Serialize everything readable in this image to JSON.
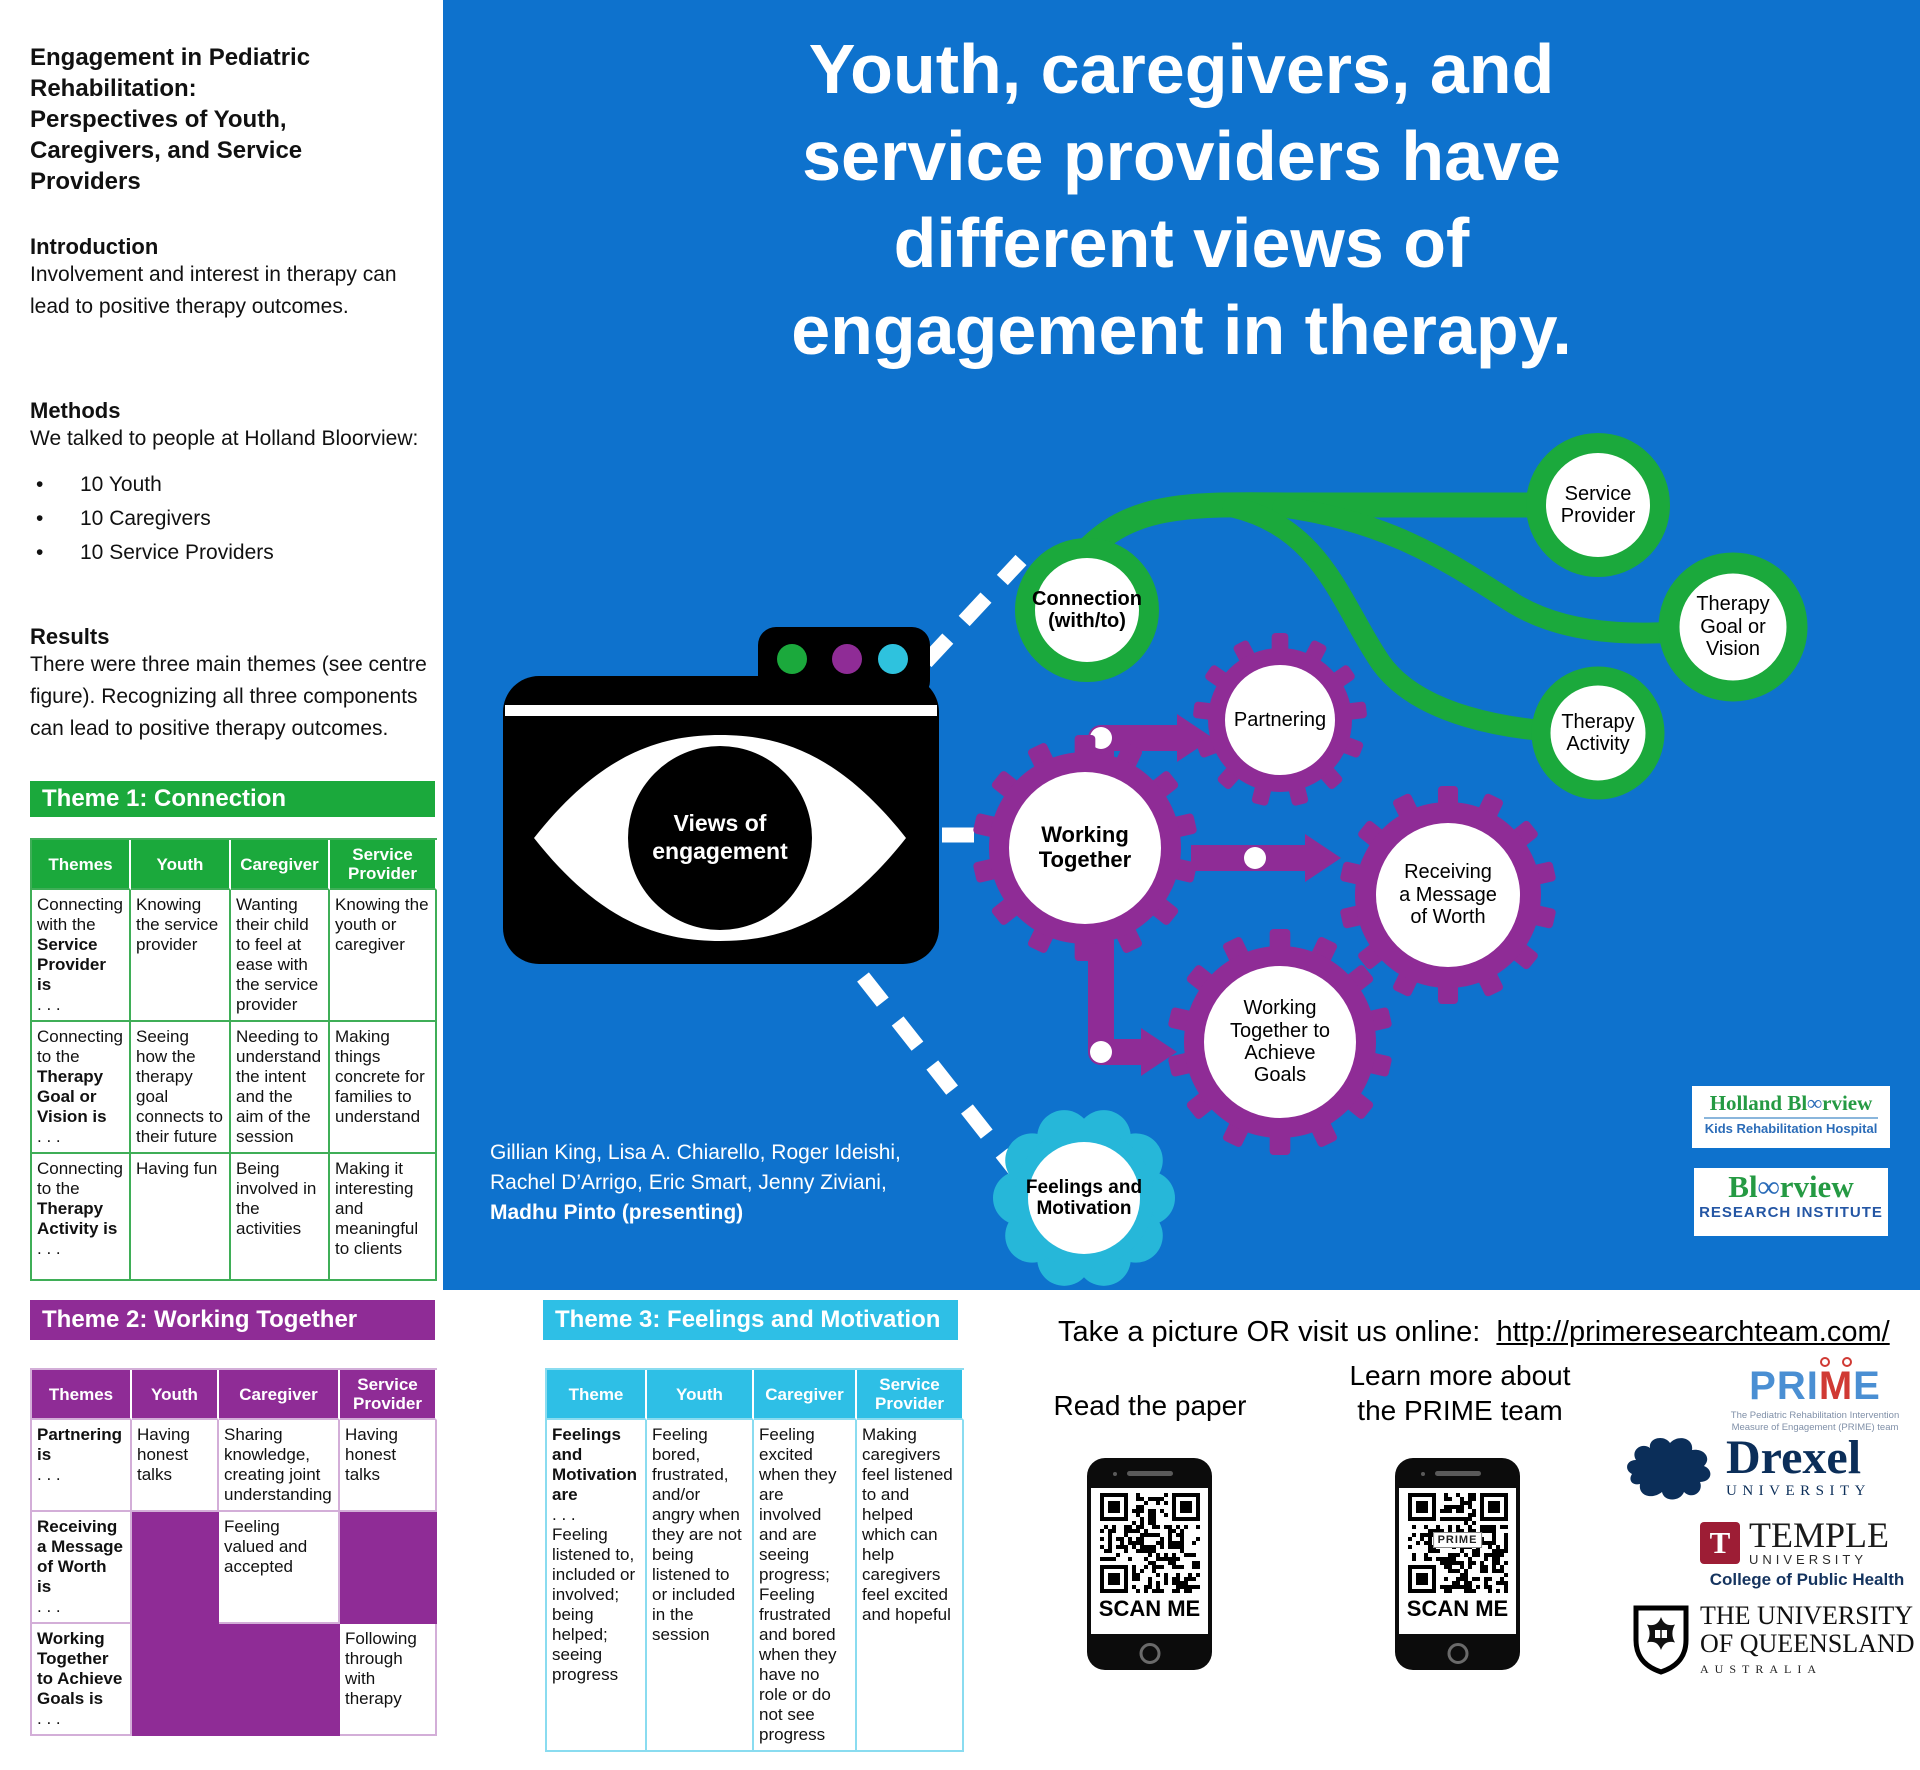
{
  "colors": {
    "blue": "#0e72cd",
    "green": "#1ba93c",
    "purple": "#8f2c96",
    "cyan_flower": "#26b7d9",
    "cyan_header": "#2ebfe6"
  },
  "left": {
    "title": "Engagement in Pediatric\nRehabilitation:\nPerspectives of Youth,\nCaregivers, and Service\nProviders",
    "introduction": {
      "heading": "Introduction",
      "body": "Involvement and interest in therapy can lead to positive therapy outcomes."
    },
    "methods": {
      "heading": "Methods",
      "body": "We talked to people at Holland Bloorview:",
      "bullets": [
        "10 Youth",
        "10 Caregivers",
        "10 Service Providers"
      ]
    },
    "results": {
      "heading": "Results",
      "body": "There were three main themes (see centre figure). Recognizing all three components can lead to positive therapy outcomes."
    }
  },
  "theme1": {
    "header": "Theme 1: Connection",
    "columns": [
      "Themes",
      "Youth",
      "Caregiver",
      "Service Provider"
    ],
    "rows": [
      {
        "prefix": "Connecting with the",
        "bold": "Service Provider is",
        "dots": ". . .",
        "youth": "Knowing the service provider",
        "caregiver": "Wanting their child to feel at ease with the service provider",
        "service_provider": "Knowing the youth or caregiver"
      },
      {
        "prefix": "Connecting to the",
        "bold": "Therapy Goal or Vision is",
        "dots": ". . .",
        "youth": "Seeing how the therapy goal connects to their future",
        "caregiver": "Needing to understand the intent and the aim of the session",
        "service_provider": "Making things concrete for families to understand"
      },
      {
        "prefix": "Connecting to the",
        "bold": "Therapy Activity is",
        "dots": ". . .",
        "youth": "Having fun",
        "caregiver": "Being involved in the activities",
        "service_provider": "Making it interesting and meaningful to clients"
      }
    ]
  },
  "center": {
    "headline": "Youth, caregivers, and\nservice providers have\ndifferent views of\nengagement in therapy.",
    "camera_label": "Views of\nengagement",
    "nodes": {
      "connection": "Connection\n(with/to)",
      "service_provider": "Service\nProvider",
      "therapy_goal": "Therapy\nGoal or\nVision",
      "therapy_activity": "Therapy\nActivity",
      "working_together": "Working\nTogether",
      "partnering": "Partnering",
      "receiving_message": "Receiving\na Message\nof Worth",
      "achieve_goals": "Working\nTogether to\nAchieve\nGoals",
      "feelings_motivation": "Feelings and\nMotivation"
    },
    "authors": {
      "line1": "Gillian King, Lisa A. Chiarello, Roger Ideishi,",
      "line2": "Rachel D’Arrigo, Eric Smart, Jenny Ziviani,",
      "line3": "Madhu Pinto (presenting)"
    },
    "hb_logo": {
      "pre": "Holland Bl",
      "infinity": "∞",
      "post": "rview",
      "sub": "Kids Rehabilitation Hospital"
    },
    "ri_logo": {
      "pre": "Bl",
      "infinity": "∞",
      "post": "rview",
      "sub": "RESEARCH INSTITUTE"
    }
  },
  "theme2": {
    "header": "Theme 2: Working Together",
    "columns": [
      "Themes",
      "Youth",
      "Caregiver",
      "Service Provider"
    ],
    "rows": [
      {
        "bold": "Partnering is",
        "dots": ". . .",
        "youth": "Having honest talks",
        "caregiver": "Sharing knowledge, creating joint understanding",
        "service_provider": "Having honest talks"
      },
      {
        "bold": "Receiving a Message of Worth is",
        "dots": ". . .",
        "caregiver": "Feeling valued and accepted"
      },
      {
        "bold": "Working Together to Achieve Goals is",
        "dots": ". . .",
        "service_provider": "Following through with therapy"
      }
    ]
  },
  "theme3": {
    "header": "Theme 3: Feelings and Motivation",
    "columns": [
      "Theme",
      "Youth",
      "Caregiver",
      "Service Provider"
    ],
    "row": {
      "bold": "Feelings and Motivation are",
      "dots": ". . .",
      "rest": "Feeling listened to, included or involved; being helped; seeing progress",
      "youth": "Feeling bored, frustrated, and/or angry when they are not being listened to or included in the session",
      "caregiver": "Feeling excited when they are involved and are seeing progress; Feeling frustrated and bored when they have no role or do not see progress",
      "service_provider": "Making caregivers feel listened to and helped which can help caregivers feel excited and hopeful"
    }
  },
  "footer": {
    "cta_label": "Take a picture OR visit us online:",
    "cta_url": "http://primeresearchteam.com/",
    "read_paper": "Read the paper",
    "learn_more": "Learn more about\nthe PRIME team",
    "scan_me": "SCAN ME",
    "qr_center_label": "PRIME",
    "prime_logo": {
      "part1": "PRI",
      "part2": "M",
      "part3": "E",
      "tagline": "The Pediatric Rehabilitation Intervention\nMeasure of Engagement (PRIME) team"
    },
    "drexel": {
      "name": "Drexel",
      "sub": "UNIVERSITY"
    },
    "temple": {
      "initial": "T",
      "name": "TEMPLE",
      "sub": "UNIVERSITY",
      "college": "College of Public Health"
    },
    "uq": {
      "line1": "THE UNIVERSITY",
      "line2": "OF QUEENSLAND",
      "sub": "AUSTRALIA"
    }
  }
}
